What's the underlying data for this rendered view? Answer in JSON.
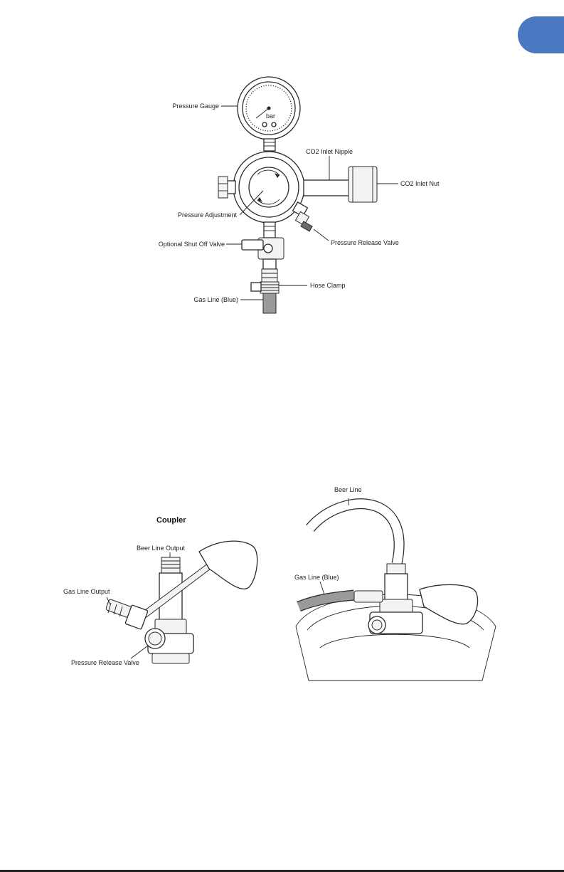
{
  "colors": {
    "accent": "#4a79c1",
    "hose_grey": "#9a9a9a"
  },
  "regulator": {
    "labels": {
      "pressure_gauge": "Pressure Gauge",
      "co2_inlet_nipple": "CO2 Inlet Nipple",
      "co2_inlet_nut": "CO2 Inlet Nut",
      "pressure_adjustment": "Pressure Adjustment",
      "pressure_release_valve": "Pressure Release Valve",
      "optional_shut_off_valve": "Optional Shut Off Valve",
      "hose_clamp": "Hose Clamp",
      "gas_line": "Gas Line (Blue)"
    },
    "gauge_unit": "bar"
  },
  "coupler": {
    "title": "Coupler",
    "labels": {
      "beer_line_output": "Beer Line Output",
      "gas_line_output": "Gas Line Output",
      "pressure_release_valve": "Pressure Release Valve"
    }
  },
  "keg": {
    "labels": {
      "beer_line": "Beer Line",
      "gas_line": "Gas Line (Blue)"
    }
  }
}
